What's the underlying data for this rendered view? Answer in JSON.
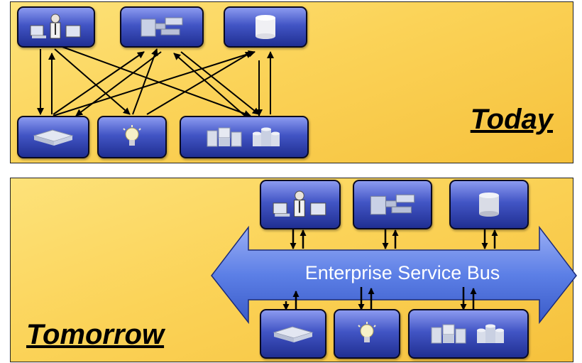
{
  "today": {
    "label": "Today"
  },
  "tomorrow": {
    "label": "Tomorrow"
  },
  "bus": {
    "label": "Enterprise Service Bus"
  },
  "icons": {
    "users": "user-workstation-icon",
    "integration": "integration-pipe-icon",
    "database": "database-cylinder-icon",
    "application": "application-server-icon",
    "idea": "lightbulb-icon",
    "systems": "computer-systems-icon",
    "storage": "storage-cylinder-icon"
  },
  "colors": {
    "panel": "#fbd358",
    "node": "#4255c5",
    "bus": "#5c7fe6",
    "arrow": "#000000"
  }
}
